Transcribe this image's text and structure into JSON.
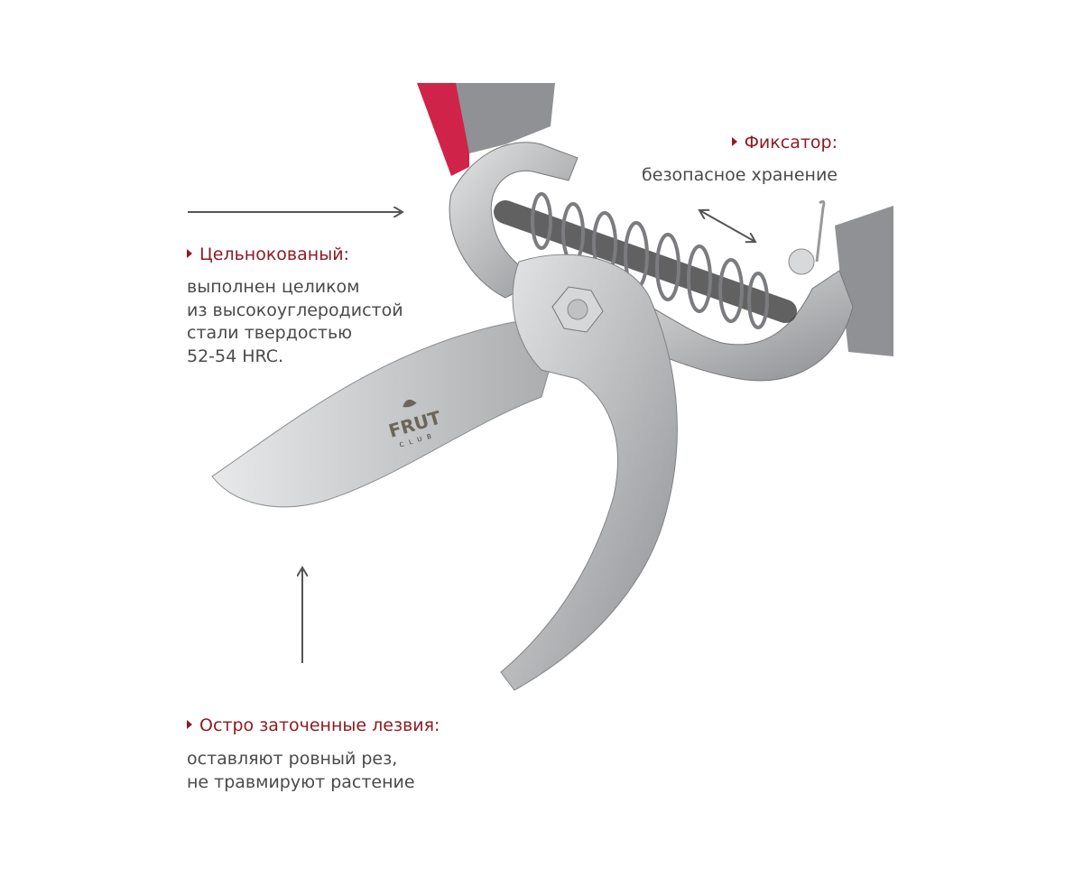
{
  "callouts": {
    "forged": {
      "title": "Цельнокованый:",
      "lines": [
        "выполнен целиком",
        "из высокоуглеродистой",
        "стали твердостью",
        "52-54 HRC."
      ]
    },
    "lock": {
      "title": "Фиксатор:",
      "lines": [
        "безопасное хранение"
      ]
    },
    "blades": {
      "title": "Остро заточенные лезвия:",
      "lines": [
        "оставляют ровный рез,",
        "не травмируют растение"
      ]
    }
  },
  "logo": {
    "brand": "FRUT",
    "sub": "CLUB"
  },
  "colors": {
    "accent": "#8e1b22",
    "text": "#4a4a4a",
    "handle_red": "#d0234a",
    "handle_grey": "#8f9194",
    "steel": "#c9cbcd"
  }
}
